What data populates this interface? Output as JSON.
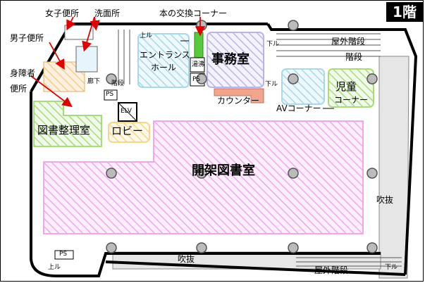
{
  "floor_badge": "1階",
  "rooms": {
    "open_stacks": "開架図書室",
    "book_sorting": "図書整理室",
    "office": "事務室",
    "entrance_hall_1": "エントランス",
    "entrance_hall_2": "ホール",
    "lobby": "ロビー",
    "children_1": "児童",
    "children_2": "コーナー",
    "av_corner": "AVコーナー",
    "counter": "カウンター",
    "atrium_right": "吹抜",
    "atrium_bottom": "吹抜"
  },
  "callouts": {
    "womens_toilet": "女子便所",
    "washroom": "洗面所",
    "book_exchange": "本の交換コーナー",
    "mens_toilet": "男子便所",
    "accessible_1": "身障者",
    "accessible_2": "便所"
  },
  "small_labels": {
    "outdoor_stairs_top": "屋外階段",
    "stairs_right": "階段",
    "outdoor_stairs_bottom": "屋外階段",
    "stairs_center": "階段",
    "corridor": "廊下",
    "ps_1": "PS",
    "ps_2": "PS",
    "ps_3": "PS",
    "elv": "ELV",
    "hot_water": "湯沸",
    "up_1": "上ル",
    "up_2": "上ル",
    "down_1": "下ル",
    "down_2": "下ル",
    "down_3": "下ル"
  },
  "colors": {
    "open_stacks": "#f2a6ee",
    "book_sorting": "#a8dc7a",
    "entrance": "#a9d8ec",
    "office": "#b9b4ee",
    "lobby": "#f7d886",
    "counter": "#f1a58e",
    "children": "#a8dc7a",
    "av": "#a9d8ec",
    "book_exchange": "#57c93d",
    "toilet": "#f3cf84",
    "callout_arrow": "#e00000"
  }
}
